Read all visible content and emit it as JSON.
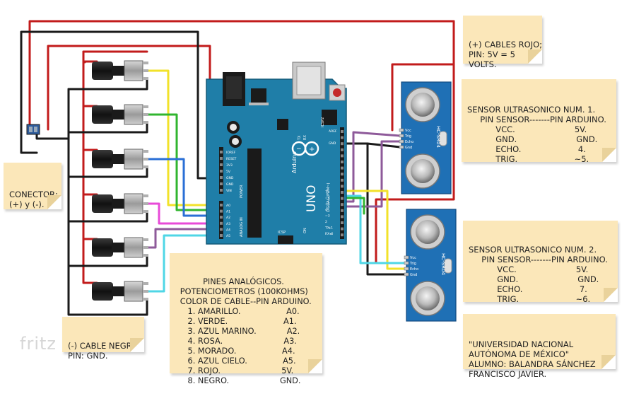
{
  "notes": {
    "cables_rojo": "(+) CABLES ROJO;\nPIN: 5V = 5\nVOLTS.",
    "sensor1": "SENSOR ULTRASONICO NUM. 1.\n     PIN SENSOR-------PIN ARDUINO.\n           VCC.                       5V.\n           GND.                       GND.\n           ECHO.                      4.\n           TRIG.                      ~5.",
    "sensor2": "SENSOR ULTRASONICO NUM. 2.\n     PIN SENSOR-------PIN ARDUINO.\n           VCC.                       5V.\n           GND.                       GND.\n           ECHO.                      7.\n           TRIG.                      ~6.",
    "conector": "CONECTOR;\n(+) y (-).",
    "cable_negro": "(-) CABLE NEGRO;\nPIN: GND.",
    "pines": "            PINES ANALÓGICOS.\n   POTENCIOMETROS (100KOHMS)\n   COLOR DE CABLE--PIN ARDUINO.\n      1. AMARILLO.                  A0.\n      2. VERDE.                      A1.\n      3. AZUL MARINO.            A2.\n      4. ROSA.                        A3.\n      5. MORADO.                  A4.\n      6. AZUL CIELO.              A5.\n      7. ROJO.                        5V.\n      8. NEGRO.                    GND.",
    "unam": "\"UNIVERSIDAD NACIONAL\nAUTÓNOMA DE MÉXICO\"\nALUMNO: BALANDRA SÁNCHEZ\nFRANCISCO JAVIER."
  },
  "watermark": "fritz",
  "arduino": {
    "brand": "Arduino",
    "model": "UNO",
    "reset_label": "RESET",
    "aref_label": "AREF",
    "gnd_label": "GND",
    "icsp_label": "ICSP",
    "icsp2_label": "ICSP2",
    "on_label": "ON",
    "tx_label": "TX",
    "rx_label": "RX",
    "power_label": "POWER",
    "analog_label": "ANALOG IN",
    "digital_label": "DIGITAL (PWM~)",
    "power_pins": [
      "IOREF",
      "RESET",
      "3V3",
      "5V",
      "GND",
      "GND",
      "VIN"
    ],
    "analog_pins": [
      "A0",
      "A1",
      "A2",
      "A3",
      "A4",
      "A5"
    ],
    "digital_pins": [
      "7",
      "~6",
      "~5",
      "4",
      "~3",
      "2",
      "TX▸1",
      "RX◂0"
    ]
  },
  "sensor": {
    "model": "HC-SR04",
    "pins": [
      "Vcc",
      "Trig",
      "Echo",
      "Gnd"
    ]
  },
  "colors": {
    "red": "#c21b1b",
    "black": "#1a1a1a",
    "yellow": "#f2e22a",
    "green": "#31b52f",
    "navy": "#2a6fd6",
    "pink": "#e84ad8",
    "purple": "#8e5a9a",
    "cyan": "#4fd6e6",
    "board": "#1f7ea8",
    "sensor_board": "#1f70b5",
    "note": "#fbe7b9"
  }
}
